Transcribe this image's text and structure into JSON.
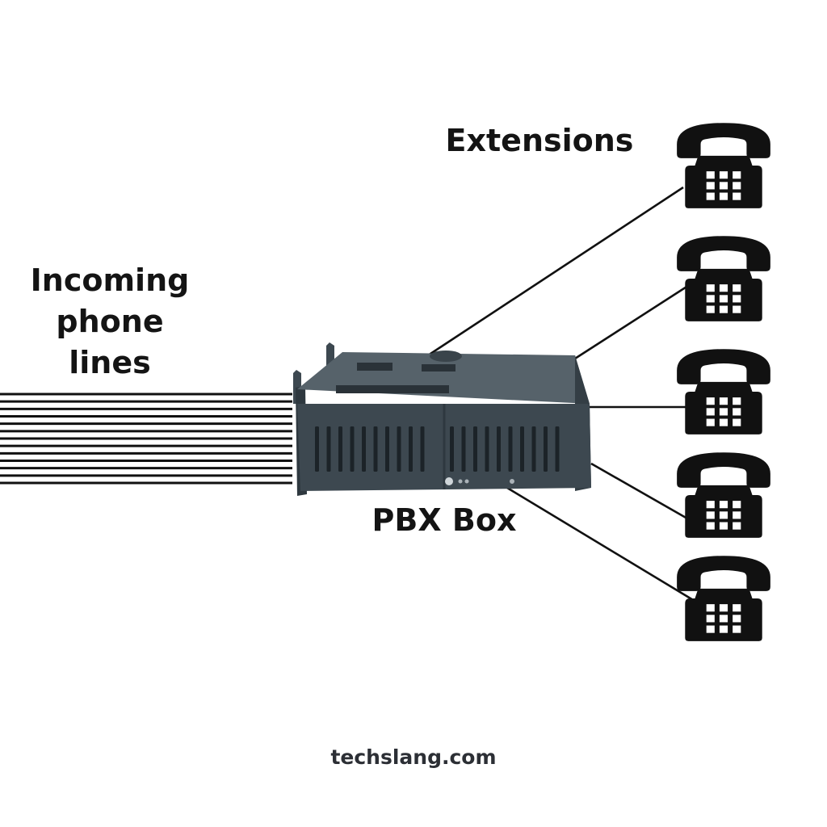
{
  "labels": {
    "incoming": [
      "Incoming",
      "phone",
      "lines"
    ],
    "extensions": "Extensions",
    "pbx_box": "PBX Box",
    "site": "techslang.com"
  },
  "diagram": {
    "incoming_line_count": 13,
    "extension_count": 5
  },
  "icons": {
    "phone": "desk-telephone-icon",
    "pbx": "server-box-icon"
  },
  "colors": {
    "ink": "#111111",
    "pbx_body": "#3d4850",
    "pbx_top": "#56626a",
    "pbx_vent": "#1c2328",
    "site_text": "#2c2f35"
  }
}
